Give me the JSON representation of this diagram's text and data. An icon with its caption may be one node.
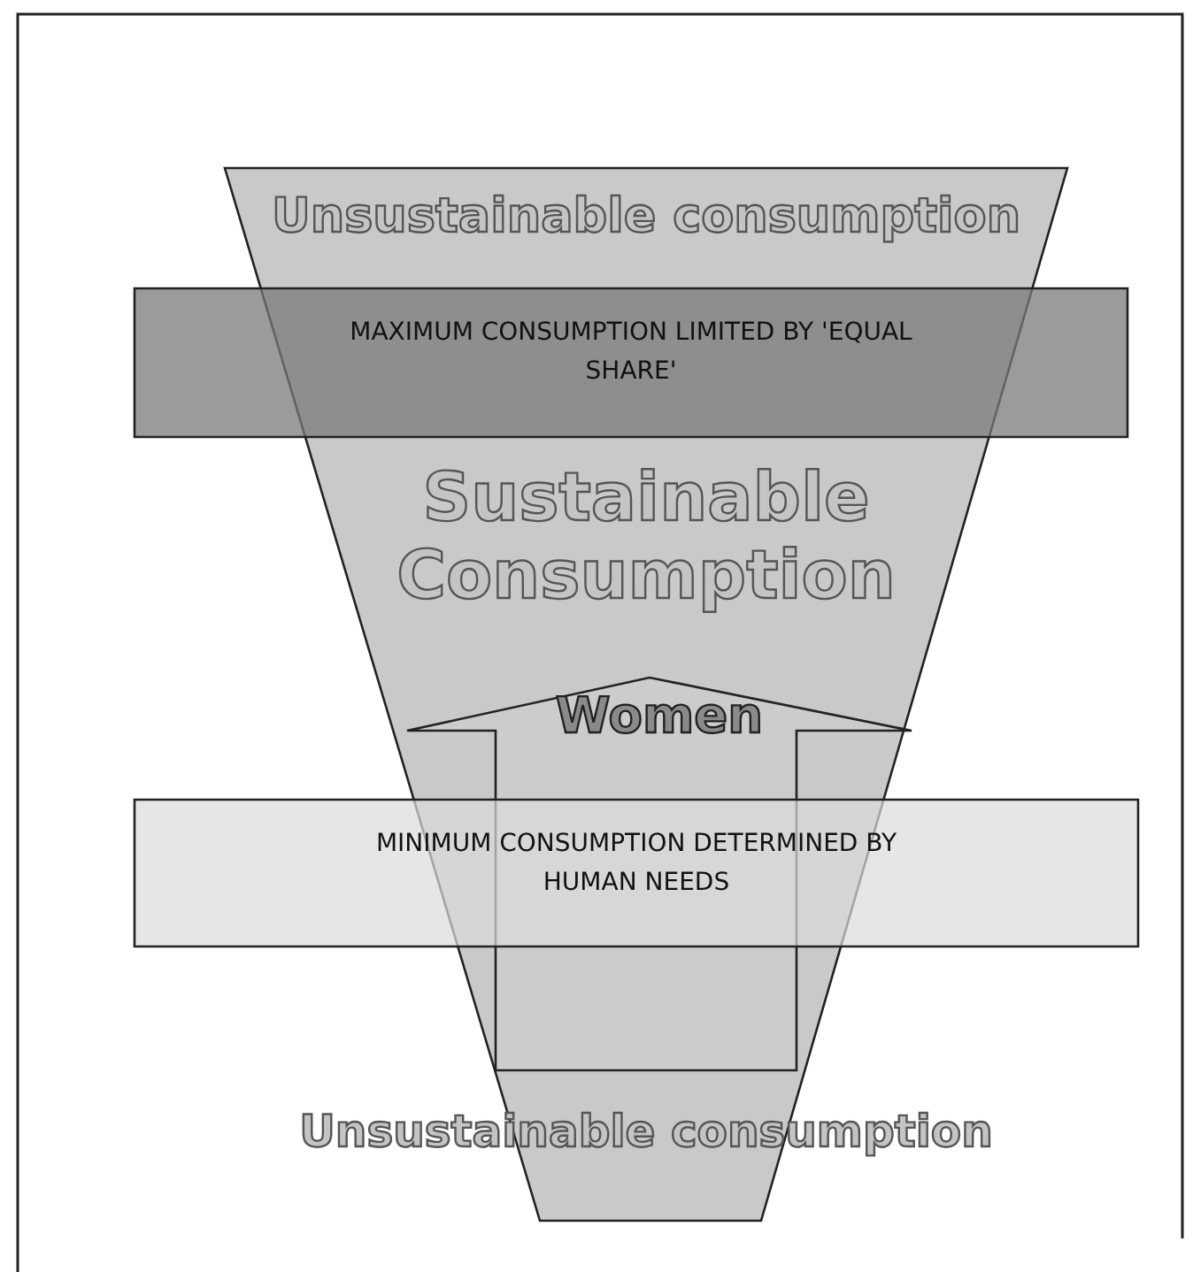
{
  "diagram": {
    "nodes": [
      {
        "text": [
          "Unsustainable consumption",
          "Sustainable Consumption",
          "Unsustainable consumption"
        ]
      },
      {
        "text": [
          "Women"
        ],
        "in": 0
      },
      {
        "text": [
          "MAXIMUM CONSUMPTION LIMITED BY 'EQUAL SHARE'"
        ]
      },
      {
        "text": [
          "MINIMUM CONSUMPTION DETERMINED BY HUMAN NEEDS"
        ]
      }
    ]
  }
}
